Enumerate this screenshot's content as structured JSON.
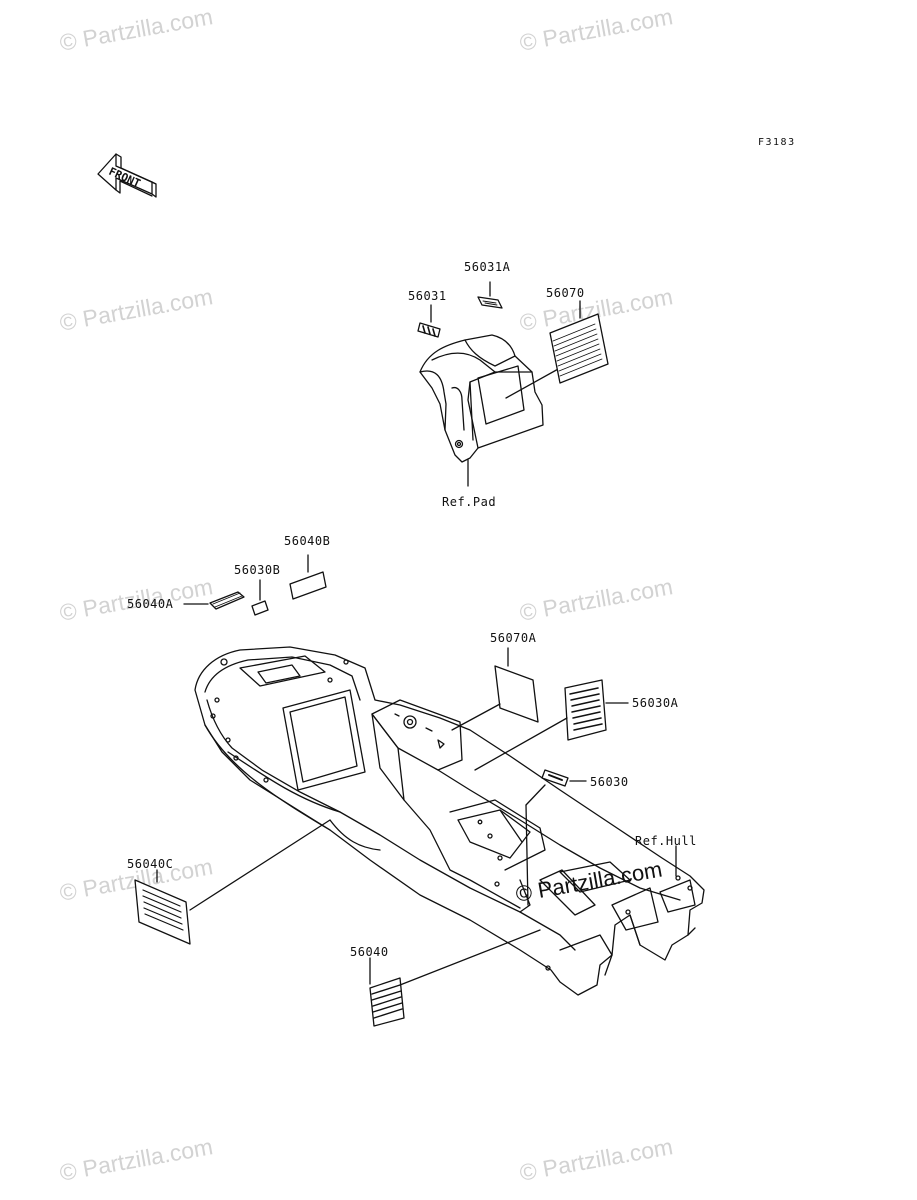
{
  "figure_code": "F3183",
  "front_label": "FRONT",
  "watermark": "© Partzilla.com",
  "center_watermark": "© Partzilla.com",
  "parts": {
    "p56031A": "56031A",
    "p56031": "56031",
    "p56070": "56070",
    "ref_pad": "Ref.Pad",
    "p56040B": "56040B",
    "p56030B": "56030B",
    "p56040A": "56040A",
    "p56070A": "56070A",
    "p56030A": "56030A",
    "p56030": "56030",
    "ref_hull": "Ref.Hull",
    "p56040C": "56040C",
    "p56040": "56040"
  }
}
